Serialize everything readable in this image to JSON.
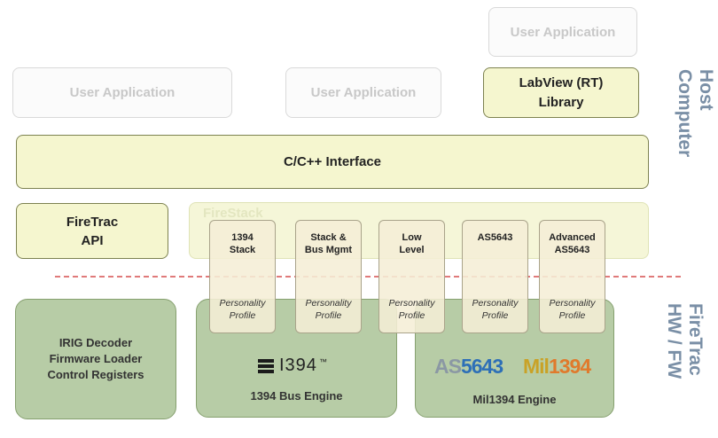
{
  "host_label": "Host\nComputer",
  "firetrac_label": "FireTrac\nHW / FW",
  "host": {
    "user_app_1": "User Application",
    "user_app_2": "User Application",
    "user_app_3": "User Application",
    "labview": "LabView (RT)\nLibrary",
    "cpp": "C/C++ Interface",
    "firetrac_api": "FireTrac\nAPI",
    "firestack": "FireStack"
  },
  "modules": [
    {
      "title": "1394\nStack",
      "personality": "Personality\nProfile"
    },
    {
      "title": "Stack &\nBus Mgmt",
      "personality": "Personality\nProfile"
    },
    {
      "title": "Low\nLevel",
      "personality": "Personality\nProfile"
    },
    {
      "title": "AS5643",
      "personality": "Personality\nProfile"
    },
    {
      "title": "Advanced\nAS5643",
      "personality": "Personality\nProfile"
    }
  ],
  "hw": {
    "irig": "IRIG Decoder\nFirmware Loader\nControl Registers",
    "bus_engine": "1394 Bus Engine",
    "logo_1394": "I394",
    "logo_tm": "™",
    "mil_engine": "Mil1394 Engine",
    "brand_as_a": "AS",
    "brand_as_b": "5643",
    "brand_mil_a": "Mil",
    "brand_mil_b": "1394"
  },
  "colors": {
    "host_label": "#7a8fa6",
    "dash": "#e07a7a",
    "yellow_fill": "#f5f6cf",
    "green_fill": "#b7cca6"
  }
}
